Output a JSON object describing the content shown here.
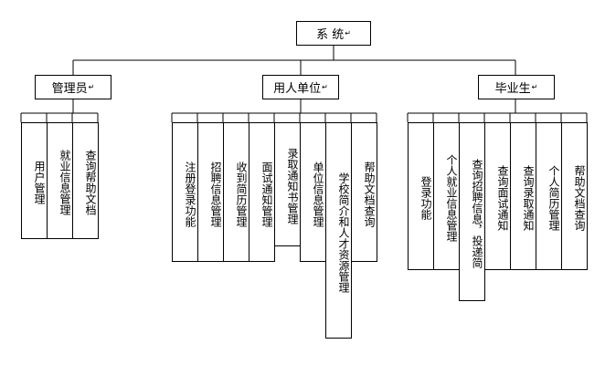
{
  "root": "系 统",
  "categories": [
    {
      "name": "管理员",
      "items": [
        "用户管理",
        "就业信息管理",
        "查询帮助文档"
      ]
    },
    {
      "name": "用人单位",
      "items": [
        "注册登录功能",
        "招聘信息管理",
        "收到简历管理",
        "面试通知管理",
        "录取通知书管理",
        "单位信息管理",
        "学校简介和人才资源管理",
        "帮助文档查询"
      ]
    },
    {
      "name": "毕业生",
      "items": [
        "登录功能",
        "个人就业信息管理",
        "查询招聘信息，投递简",
        "查询面试通知",
        "查询录取通知",
        "个人简历管理",
        "帮助文档查询"
      ]
    }
  ],
  "mark": "↵"
}
